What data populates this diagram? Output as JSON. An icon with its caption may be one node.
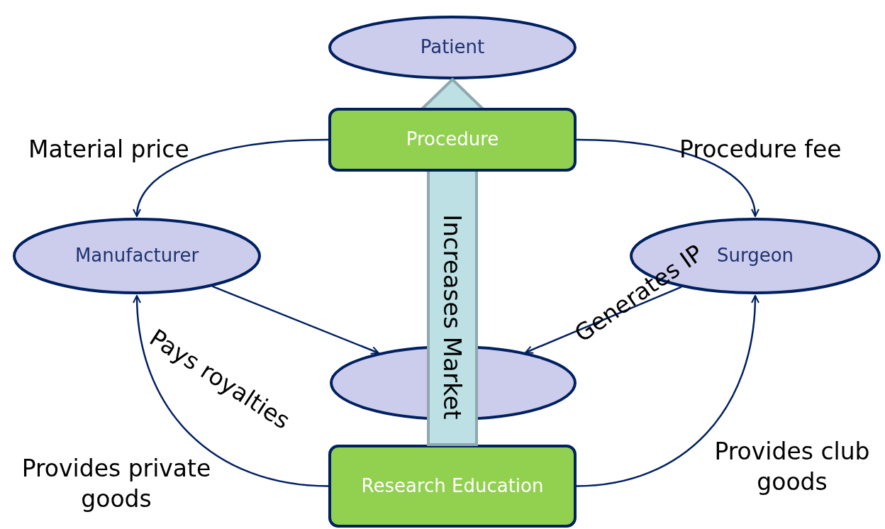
{
  "diagram": {
    "nodes": [
      {
        "text": [
          "Patient"
        ]
      },
      {
        "text": [
          "Procedure"
        ]
      },
      {
        "text": [
          "Manufacturer"
        ]
      },
      {
        "text": [
          "Surgeon"
        ]
      },
      {
        "text": [],
        "shape": "ellipse"
      },
      {
        "text": [
          "Research Education"
        ]
      }
    ],
    "edges": [
      {
        "from": 1,
        "to": 2,
        "arrow": "to",
        "label": "Material price"
      },
      {
        "from": 1,
        "to": 3,
        "arrow": "to",
        "label": "Procedure fee"
      },
      {
        "from": 2,
        "to": 4,
        "arrow": "to",
        "label": "Pays royalties"
      },
      {
        "from": 3,
        "to": 4,
        "arrow": "to",
        "label": "Generates IP"
      },
      {
        "from": 5,
        "to": 2,
        "arrow": "to",
        "label": "Provides private goods"
      },
      {
        "from": 5,
        "to": 3,
        "arrow": "to",
        "label": "Provides club goods"
      },
      {
        "from": 5,
        "to": 0,
        "arrow": "to",
        "label": "Increases Market",
        "style": "thick",
        "color": "#bde0e4"
      }
    ]
  }
}
